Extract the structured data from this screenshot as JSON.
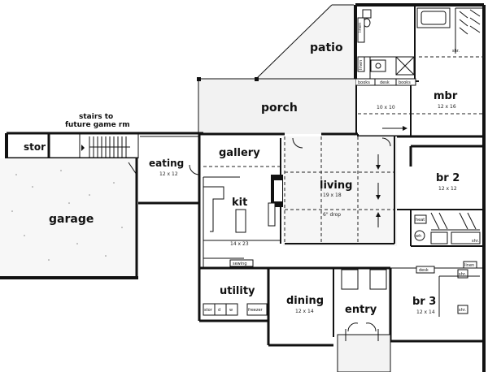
{
  "rooms": {
    "patio": {
      "name": "patio"
    },
    "porch": {
      "name": "porch"
    },
    "mbr": {
      "name": "mbr",
      "dim": "12 x 16"
    },
    "stair_note": {
      "line1": "stairs to",
      "line2": "future game rm"
    },
    "stor": {
      "name": "stor"
    },
    "eating": {
      "name": "eating",
      "dim": "12 x 12"
    },
    "gallery": {
      "name": "gallery"
    },
    "kit": {
      "name": "kit",
      "dim": "14 x 23"
    },
    "living": {
      "name": "living",
      "dim": "19 x 18",
      "drop": "6\" drop"
    },
    "study": {
      "dim": "10 x 10"
    },
    "br2": {
      "name": "br 2",
      "dim": "12 x 12"
    },
    "garage": {
      "name": "garage"
    },
    "utility": {
      "name": "utility"
    },
    "dining": {
      "name": "dining",
      "dim": "12 x 14"
    },
    "entry": {
      "name": "entry"
    },
    "br3": {
      "name": "br 3",
      "dim": "12 x 14"
    }
  },
  "fixtures": {
    "linen_top": "linen",
    "shr": "shr.",
    "linen_mid": "linen",
    "books_left": "books",
    "desk": "desk",
    "books_right": "books",
    "heat": "heat",
    "wh": "wh",
    "desk_br3": "desk",
    "linen_br3": "linen",
    "shr_br3": "shr.",
    "shr_bath2": "shr.",
    "sewing": "sewing",
    "stor_util": "stor",
    "dryer": "d",
    "washer": "w",
    "freezer": "freezer"
  }
}
